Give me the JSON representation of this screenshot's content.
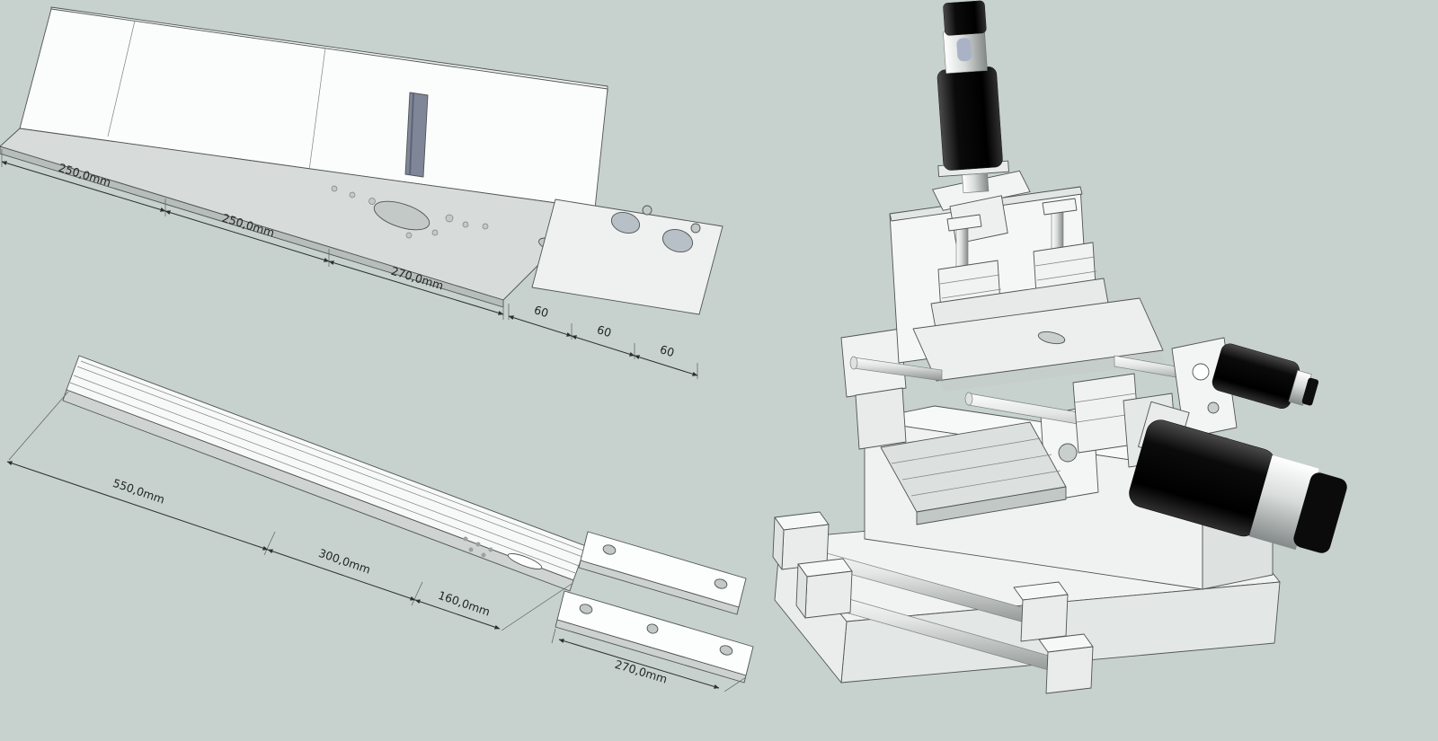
{
  "scene": {
    "app": "cad-3d-viewport",
    "background": "#c7d1cd",
    "edge_color": "#4f5553",
    "dim_text_color": "#232725",
    "motor_color": "#0a0a0a",
    "part_color": "#f5f7f6"
  },
  "dimensions": {
    "top_plate": [
      {
        "label": "250,0mm"
      },
      {
        "label": "250,0mm"
      },
      {
        "label": "270,0mm"
      },
      {
        "label": "60"
      },
      {
        "label": "60"
      },
      {
        "label": "60"
      }
    ],
    "rail": [
      {
        "label": "550,0mm"
      },
      {
        "label": "300,0mm"
      },
      {
        "label": "160,0mm"
      }
    ],
    "bars": [
      {
        "label": "270,0mm"
      }
    ]
  }
}
